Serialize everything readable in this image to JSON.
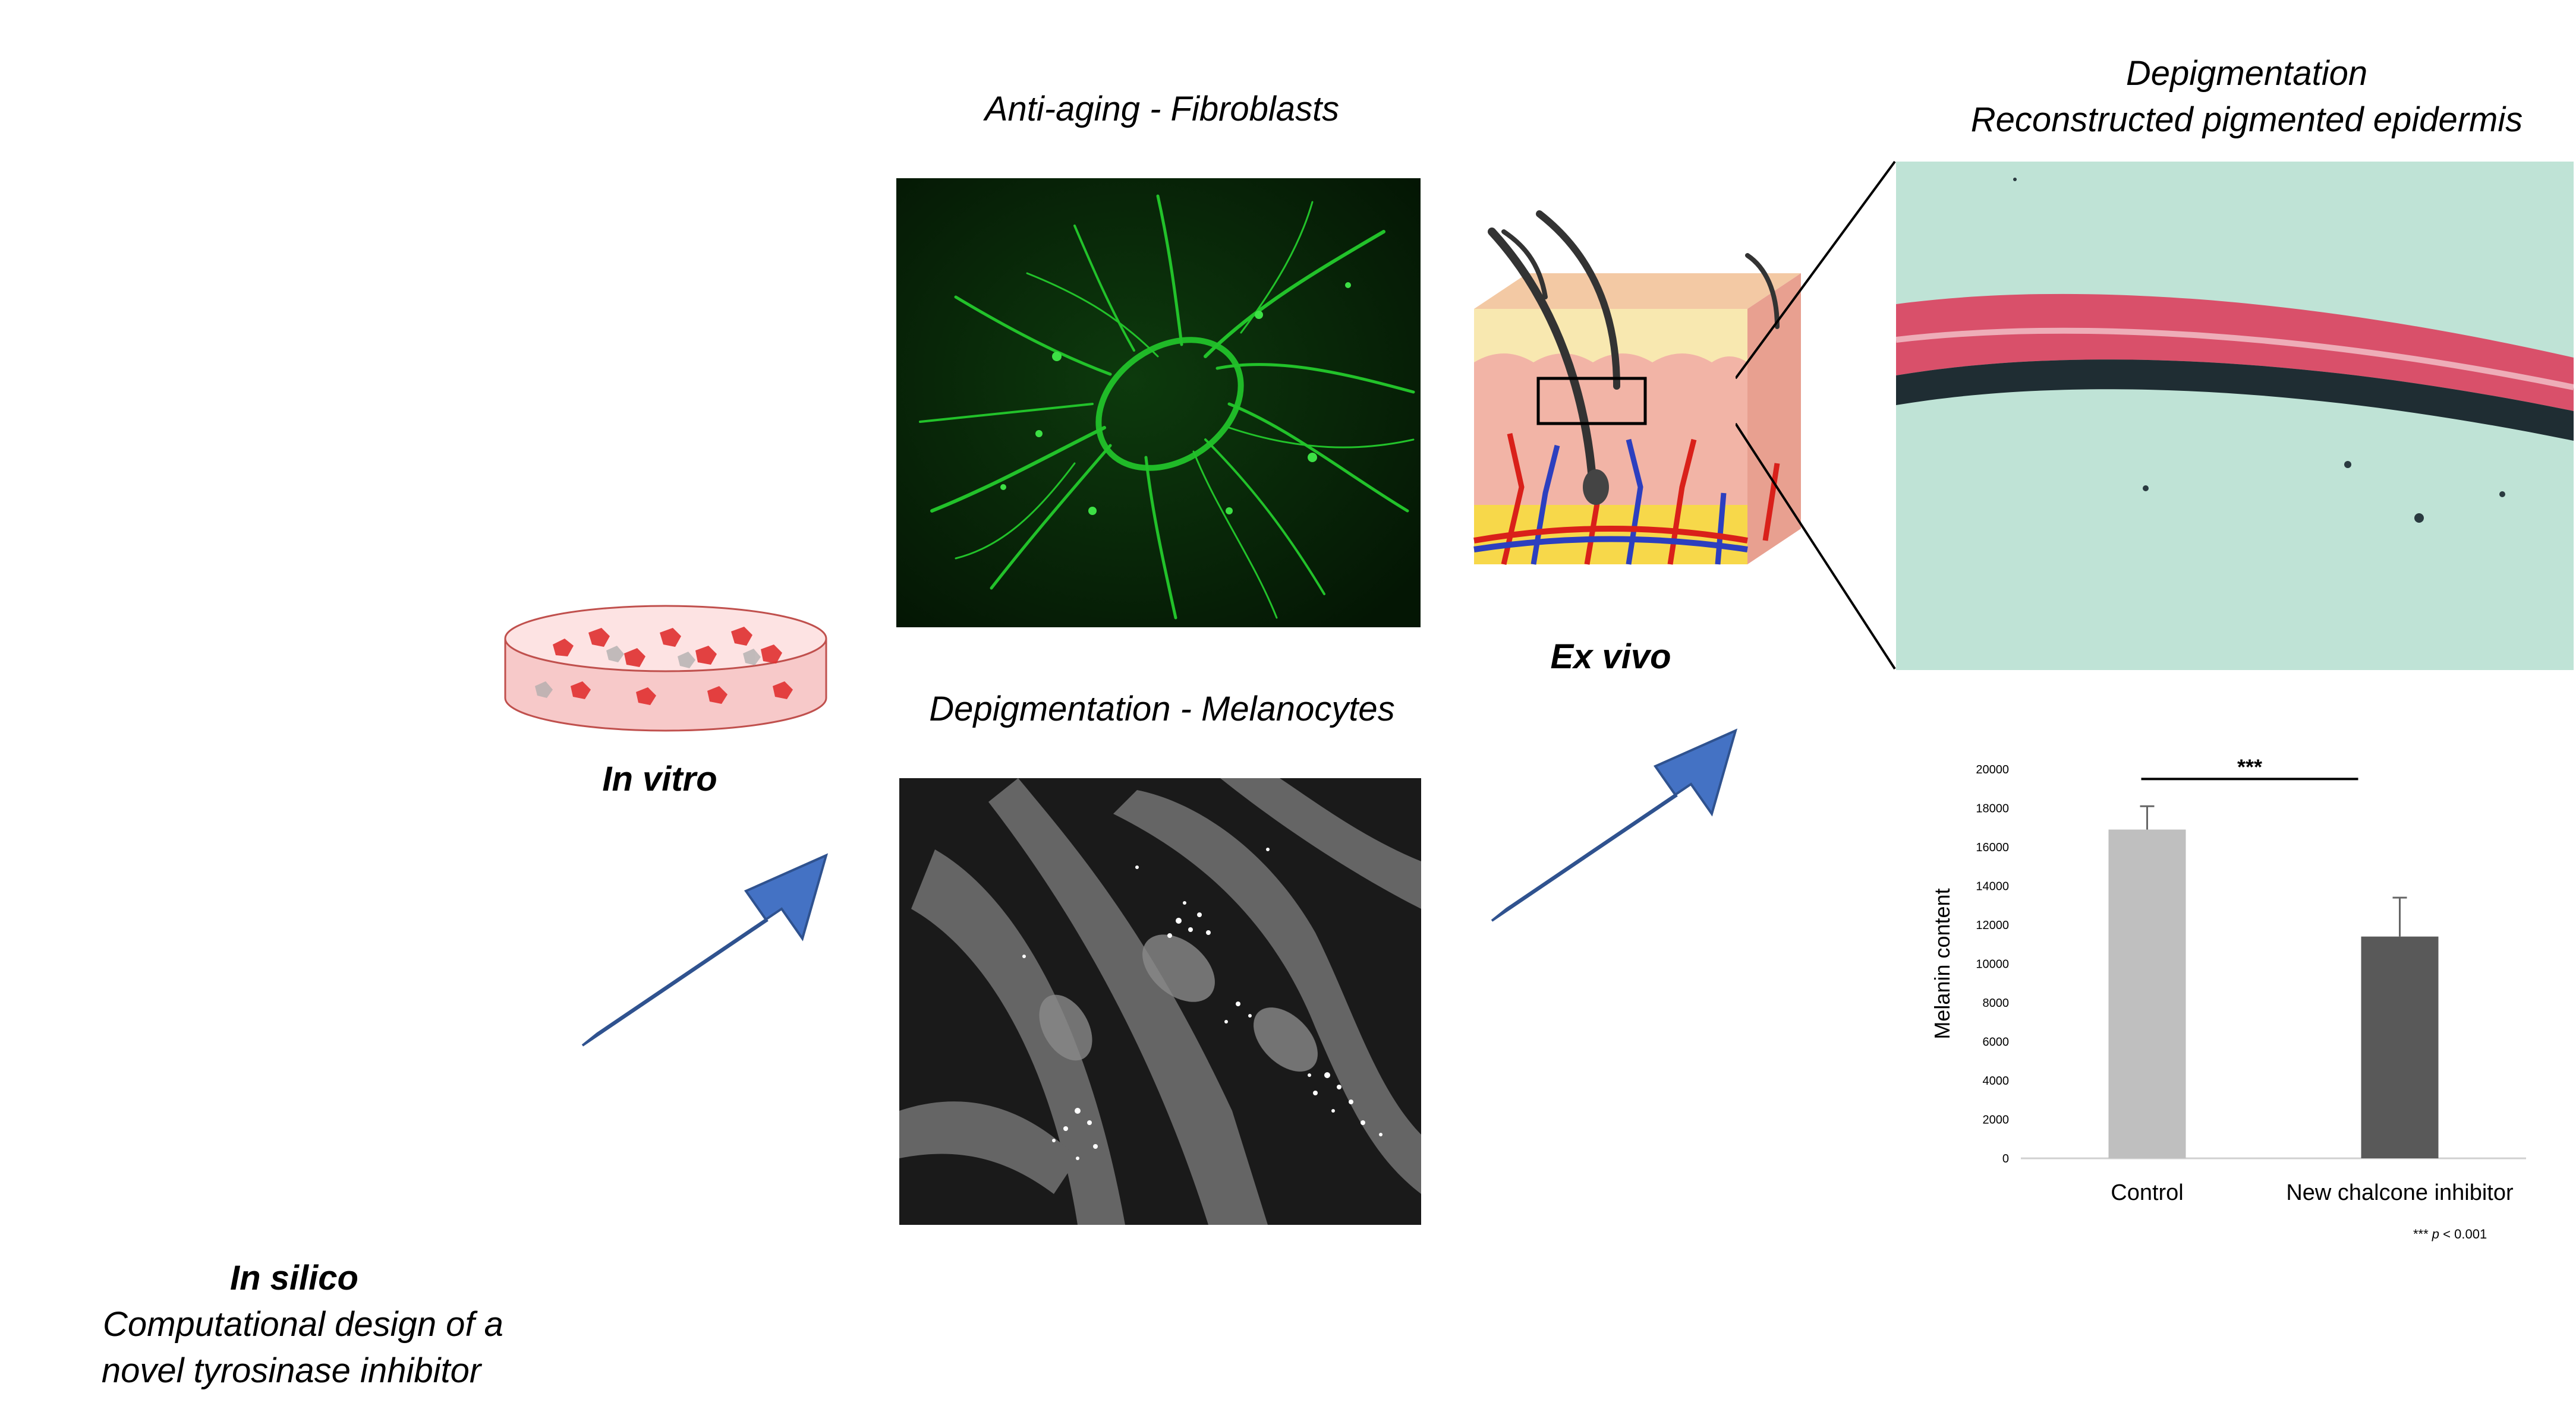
{
  "labels": {
    "in_silico": "In silico",
    "in_silico_desc_1": "Computational design of a",
    "in_silico_desc_2": "novel tyrosinase inhibitor",
    "in_vitro": "In vitro",
    "anti_aging": "Anti-aging  - Fibroblasts",
    "depig_melanocytes": "Depigmentation - Melanocytes",
    "ex_vivo": "Ex vivo",
    "depig_title_1": "Depigmentation",
    "depig_title_2": "Reconstructed pigmented epidermis"
  },
  "colors": {
    "arrow": "#4472c4",
    "arrow_border": "#2f528f",
    "fluorescence": "#22c22a",
    "histology_bg": "#bfe3d6",
    "epidermis": "#d9506a",
    "protein": "#a9bde0",
    "bar_control": "#bfbfbf",
    "bar_inhibitor": "#595959"
  },
  "chart_data": {
    "type": "bar",
    "categories": [
      "Control",
      "New chalcone inhibitor"
    ],
    "values": [
      16900,
      11400
    ],
    "errors": [
      1200,
      2000
    ],
    "ylabel": "Melanin content",
    "ylim": [
      0,
      20000
    ],
    "yticks": [
      "0",
      "2000",
      "4000",
      "6000",
      "8000",
      "10000",
      "12000",
      "14000",
      "16000",
      "18000",
      "20000"
    ],
    "significance": "***",
    "footnote_stars": "***",
    "footnote_p": "p",
    "footnote_value": "< 0.001",
    "grid": false
  }
}
